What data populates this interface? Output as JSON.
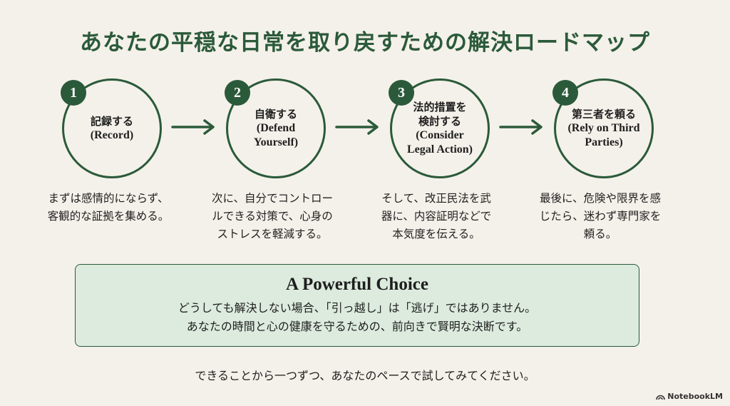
{
  "title": "あなたの平穏な日常を取り戻すための解決ロードマップ",
  "steps": [
    {
      "number": "1",
      "title_jp": "記録する",
      "title_en_lines": [
        "(Record)"
      ],
      "desc_lines": [
        "まずは感情的にならず、",
        "客観的な証拠を集める。"
      ]
    },
    {
      "number": "2",
      "title_jp": "自衛する",
      "title_en_lines": [
        "(Defend",
        "Yourself)"
      ],
      "desc_lines": [
        "次に、自分でコントロー",
        "ルできる対策で、心身の",
        "ストレスを軽減する。"
      ]
    },
    {
      "number": "3",
      "title_jp_lines": [
        "法的措置を",
        "検討する"
      ],
      "title_en_lines": [
        "(Consider",
        "Legal Action)"
      ],
      "desc_lines": [
        "そして、改正民法を武",
        "器に、内容証明などで",
        "本気度を伝える。"
      ]
    },
    {
      "number": "4",
      "title_jp": "第三者を頼る",
      "title_en_lines": [
        "(Rely on Third",
        "Parties)"
      ],
      "desc_lines": [
        "最後に、危険や限界を感",
        "じたら、迷わず専門家を",
        "頼る。"
      ]
    }
  ],
  "choice": {
    "title": "A Powerful Choice",
    "lines": [
      "どうしても解決しない場合、「引っ越し」は「逃げ」ではありません。",
      "あなたの時間と心の健康を守るための、前向きで賢明な決断です。"
    ]
  },
  "footer": "できることから一つずつ、あなたのペースで試してみてください。",
  "brand": "NotebookLM",
  "colors": {
    "accent": "#2b5a3a",
    "background": "#f4f1ea",
    "choice_bg": "#dcebde"
  }
}
